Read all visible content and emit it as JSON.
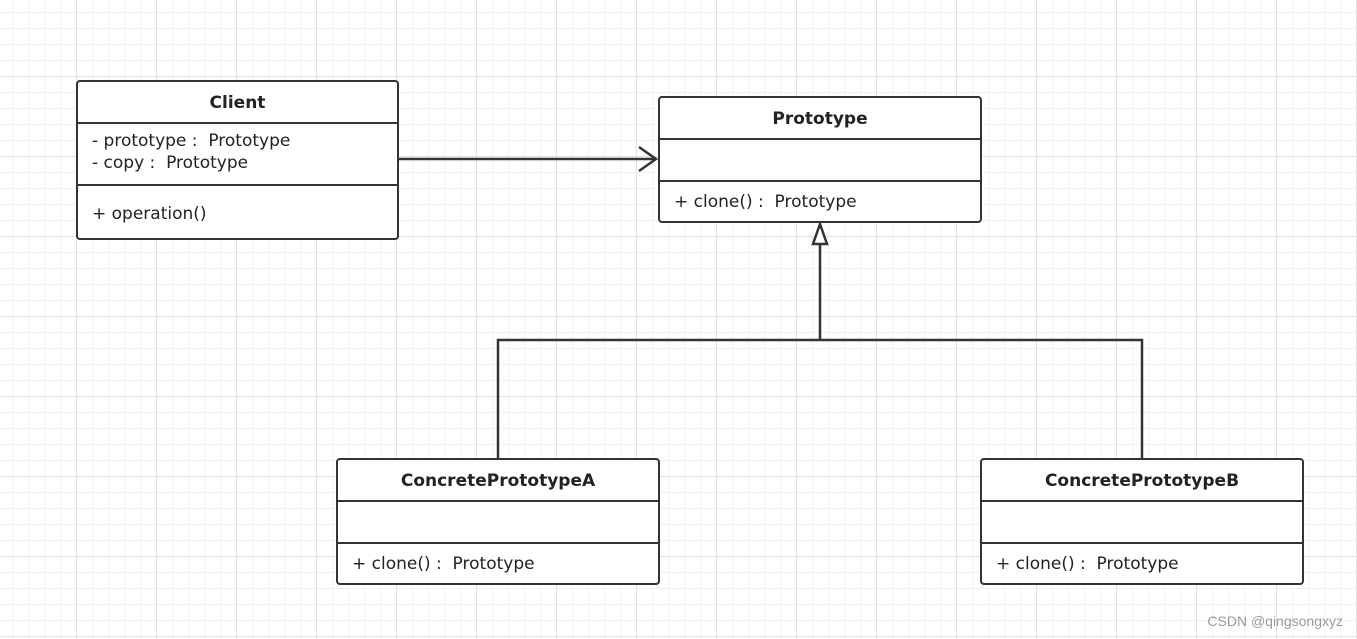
{
  "classes": {
    "client": {
      "name": "Client",
      "attributes": [
        "- prototype :  Prototype",
        "- copy :  Prototype"
      ],
      "operations": [
        "+ operation()"
      ]
    },
    "prototype": {
      "name": "Prototype",
      "attributes": [],
      "operations": [
        "+ clone() :  Prototype"
      ]
    },
    "concrete_a": {
      "name": "ConcretePrototypeA",
      "attributes": [],
      "operations": [
        "+ clone() :  Prototype"
      ]
    },
    "concrete_b": {
      "name": "ConcretePrototypeB",
      "attributes": [],
      "operations": [
        "+ clone() :  Prototype"
      ]
    }
  },
  "watermark": "CSDN @qingsongxyz",
  "colors": {
    "stroke": "#333333",
    "background": "#ffffff",
    "watermark": "#9a9a9a"
  }
}
